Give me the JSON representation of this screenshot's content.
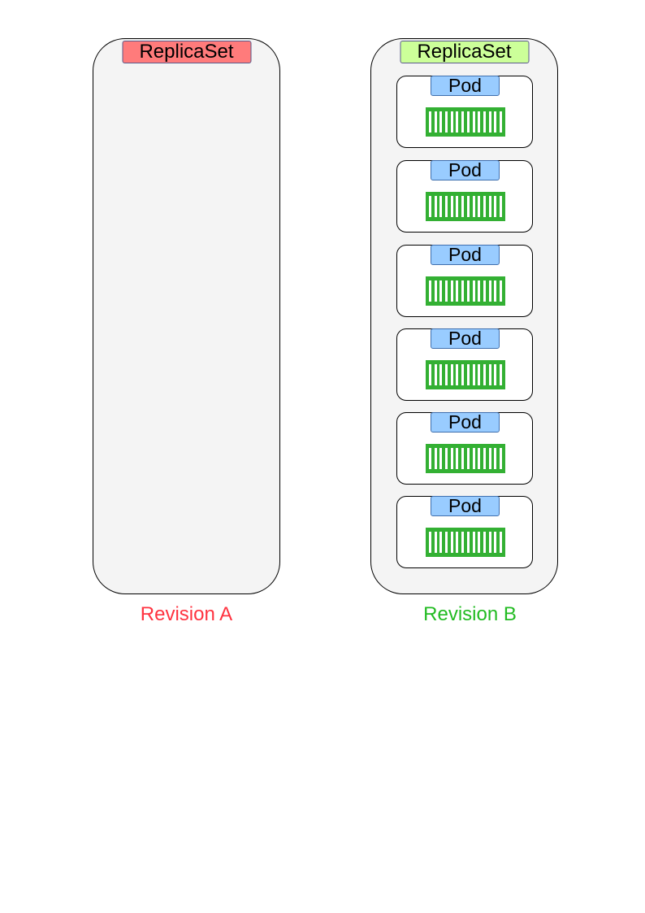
{
  "colors": {
    "revision_a": "#ff3340",
    "revision_b": "#22bb22",
    "replicaset_a_label_bg": "#ff7b7b",
    "replicaset_b_label_bg": "#ccff99",
    "pod_label_bg": "#99ccff",
    "container_fill": "#33b033",
    "replicaset_fill": "#f4f4f4"
  },
  "revision_a": {
    "replicaset_label": "ReplicaSet",
    "caption": "Revision A",
    "pods": []
  },
  "revision_b": {
    "replicaset_label": "ReplicaSet",
    "caption": "Revision B",
    "pods": [
      {
        "label": "Pod",
        "icon": "container-icon"
      },
      {
        "label": "Pod",
        "icon": "container-icon"
      },
      {
        "label": "Pod",
        "icon": "container-icon"
      },
      {
        "label": "Pod",
        "icon": "container-icon"
      },
      {
        "label": "Pod",
        "icon": "container-icon"
      },
      {
        "label": "Pod",
        "icon": "container-icon"
      }
    ]
  }
}
